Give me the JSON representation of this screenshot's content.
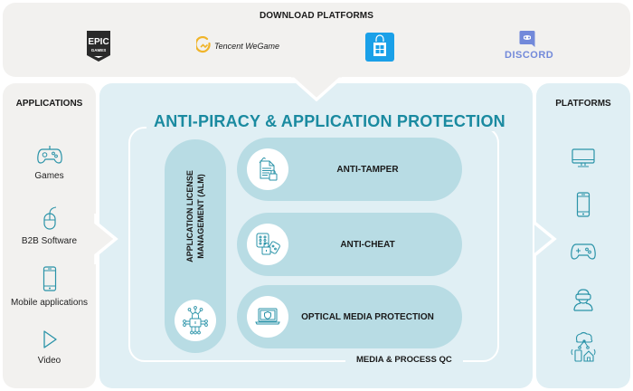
{
  "download_platforms": {
    "title": "DOWNLOAD PLATFORMS",
    "logos": [
      {
        "name": "Epic Games",
        "text_top": "EPIC",
        "text_bottom": "GAMES",
        "color": "#2a2a2a"
      },
      {
        "name": "Tencent WeGame",
        "text": "Tencent WeGame",
        "color": "#f0b429"
      },
      {
        "name": "Microsoft Store",
        "color": "#1aa0e8"
      },
      {
        "name": "Discord",
        "text": "DISCORD",
        "color": "#7289da"
      }
    ]
  },
  "applications": {
    "title": "APPLICATIONS",
    "items": [
      {
        "label": "Games",
        "icon": "gamepad-icon"
      },
      {
        "label": "B2B Software",
        "icon": "mouse-icon"
      },
      {
        "label": "Mobile applications",
        "icon": "smartphone-icon"
      },
      {
        "label": "Video",
        "icon": "play-icon"
      }
    ]
  },
  "platforms": {
    "title": "PLATFORMS",
    "items": [
      {
        "icon": "monitor-icon"
      },
      {
        "icon": "smartphone-icon"
      },
      {
        "icon": "gamepad-icon"
      },
      {
        "icon": "vr-headset-user-icon"
      },
      {
        "icon": "cloud-iot-icon"
      }
    ]
  },
  "protection": {
    "title": "ANTI-PIRACY & APPLICATION PROTECTION",
    "alm": {
      "line1": "APPLICATION LICENSE",
      "line2": "MANAGEMENT (ALM)",
      "icon": "circuit-lock-icon"
    },
    "modules": [
      {
        "label": "ANTI-TAMPER",
        "icon": "document-lock-icon"
      },
      {
        "label": "ANTI-CHEAT",
        "icon": "dice-lock-icon"
      },
      {
        "label": "OPTICAL MEDIA PROTECTION",
        "icon": "laptop-shield-icon"
      }
    ],
    "footer": "MEDIA & PROCESS QC"
  },
  "colors": {
    "accent": "#1a8aa0",
    "icon_stroke": "#2a93a8",
    "pill": "#b8dce4",
    "panel_blue": "#e0eff4",
    "panel_gray": "#f2f1ef"
  }
}
